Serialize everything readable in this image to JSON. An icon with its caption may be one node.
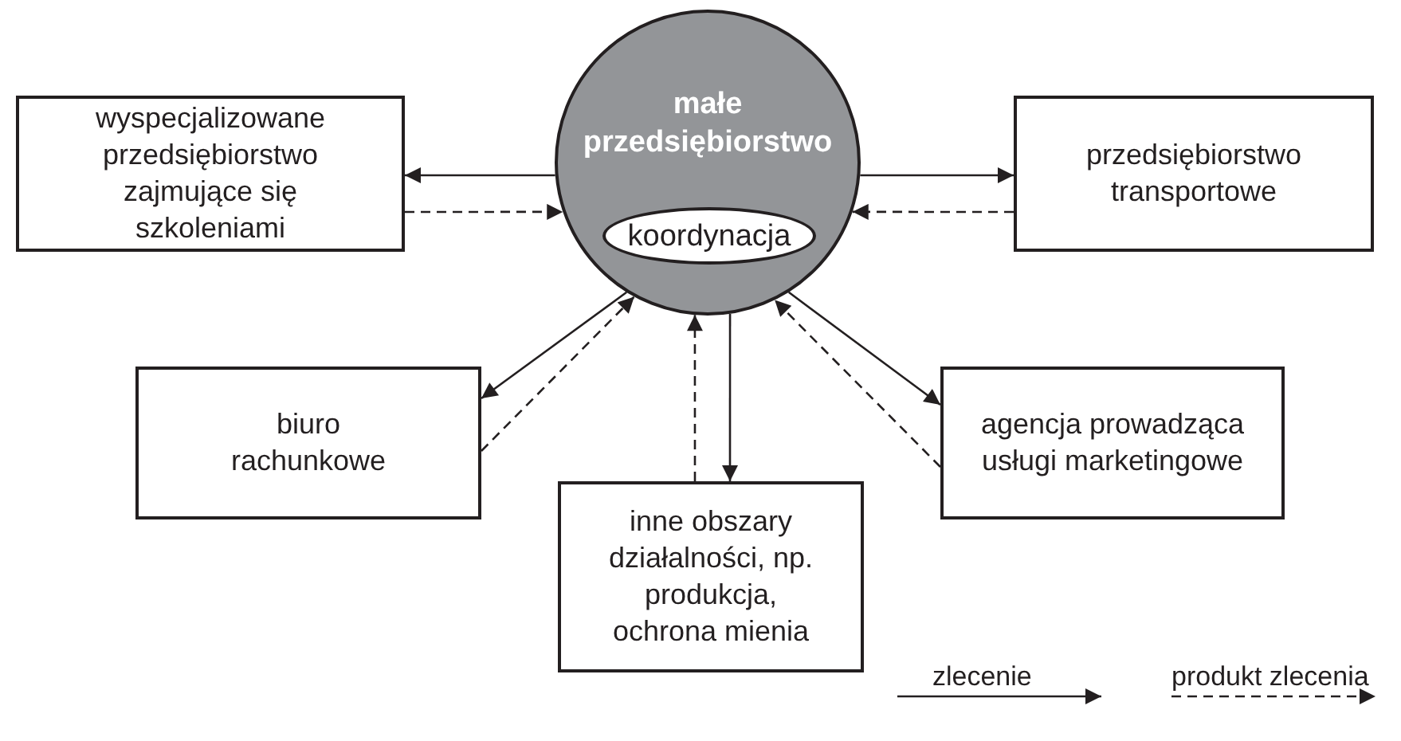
{
  "diagram": {
    "nodes": [
      {
        "text": [
          "małe przedsiębiorstwo"
        ]
      },
      {
        "text": [
          "koordynacja"
        ],
        "in": 0
      },
      {
        "text": [
          "wyspecjalizowane przedsiębiorstwo zajmujące się szkoleniami"
        ]
      },
      {
        "text": [
          "przedsiębiorstwo transportowe"
        ]
      },
      {
        "text": [
          "biuro rachunkowe"
        ]
      },
      {
        "text": [
          "inne obszary działalności, np. produkcja, ochrona mienia"
        ]
      },
      {
        "text": [
          "agencja prowadząca usługi marketingowe"
        ]
      }
    ],
    "edges": [
      {
        "from": 0,
        "to": 2,
        "arrow": "to"
      },
      {
        "from": 2,
        "to": 0,
        "arrow": "to",
        "style": "dashed"
      },
      {
        "from": 0,
        "to": 3,
        "arrow": "to"
      },
      {
        "from": 3,
        "to": 0,
        "arrow": "to",
        "style": "dashed"
      },
      {
        "from": 0,
        "to": 4,
        "arrow": "to"
      },
      {
        "from": 4,
        "to": 0,
        "arrow": "to",
        "style": "dashed"
      },
      {
        "from": 5,
        "to": 0,
        "arrow": "to",
        "style": "dashed"
      },
      {
        "from": 0,
        "to": 5,
        "arrow": "to"
      },
      {
        "from": 0,
        "to": 6,
        "arrow": "to"
      },
      {
        "from": 6,
        "to": 0,
        "arrow": "to",
        "style": "dashed"
      }
    ],
    "legend": [
      {
        "text": "zlecenie"
      },
      {
        "text": "produkt zlecenia"
      }
    ]
  }
}
